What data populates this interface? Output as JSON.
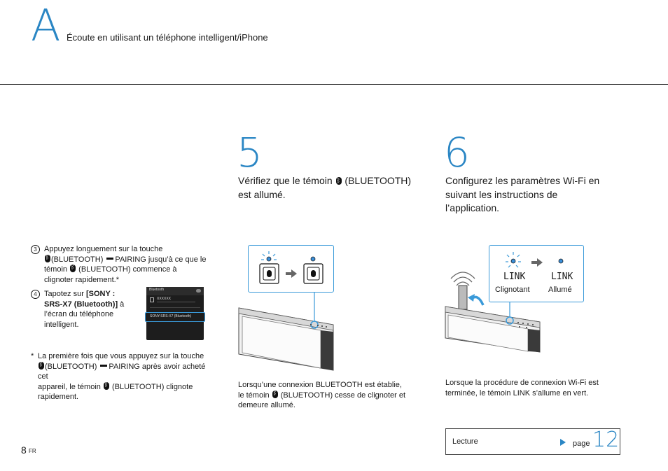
{
  "header": {
    "letter": "A",
    "title": "Écoute en utilisant un téléphone intelligent/iPhone"
  },
  "left": {
    "step3_num": "③",
    "step3_a": "Appuyez longuement sur la touche",
    "step3_b": "(BLUETOOTH)",
    "step3_c": "PAIRING jusqu’à ce que le",
    "step3_d": "témoin",
    "step3_e": "(BLUETOOTH) commence à",
    "step3_f": "clignoter rapidement.*",
    "step4_num": "④",
    "step4_a": "Tapotez sur",
    "step4_b": "[SONY :",
    "step4_c": "SRS-X7 (Bluetooth)]",
    "step4_d": "à",
    "step4_e": "l’écran du téléphone",
    "step4_f": "intelligent.",
    "phone": {
      "title": "Bluetooth",
      "device": "XXXXXX",
      "list_item": "SONY:SRS-X7 (Bluetooth)"
    },
    "note_star": "*",
    "note_a": "La première fois que vous appuyez sur la touche",
    "note_b": "(BLUETOOTH)",
    "note_c": "PAIRING après avoir acheté cet",
    "note_d": "appareil, le témoin",
    "note_e": "(BLUETOOTH) clignote",
    "note_f": "rapidement."
  },
  "step5": {
    "number": "5",
    "line1_a": "Vérifiez que le témoin",
    "line1_b": "(BLUETOOTH)",
    "line2": "est allumé.",
    "caption_a": "Lorsqu’une connexion BLUETOOTH est établie,",
    "caption_b": "le témoin",
    "caption_c": "(BLUETOOTH) cesse de clignoter et",
    "caption_d": "demeure allumé."
  },
  "step6": {
    "number": "6",
    "line1": "Configurez les paramètres Wi-Fi en",
    "line2": "suivant les instructions de",
    "line3": "l’application.",
    "link_label_1": "LINK",
    "link_label_2": "LINK",
    "state_1": "Clignotant",
    "state_2": "Allumé",
    "caption_a": "Lorsque la procédure de connexion Wi-Fi est",
    "caption_b": "terminée, le témoin LINK s’allume en vert."
  },
  "reference": {
    "label": "Lecture",
    "page_word": "page",
    "page_number": "12"
  },
  "footer": {
    "page": "8",
    "lang": "FR"
  },
  "colors": {
    "accent": "#2a86c4",
    "callout_border": "#3a9ad9",
    "led_blue": "#3b8fd9"
  },
  "icons": [
    "bluetooth-icon",
    "arrow-right-icon",
    "wifi-icon",
    "rotate-arrow-icon",
    "play-triangle-icon"
  ]
}
